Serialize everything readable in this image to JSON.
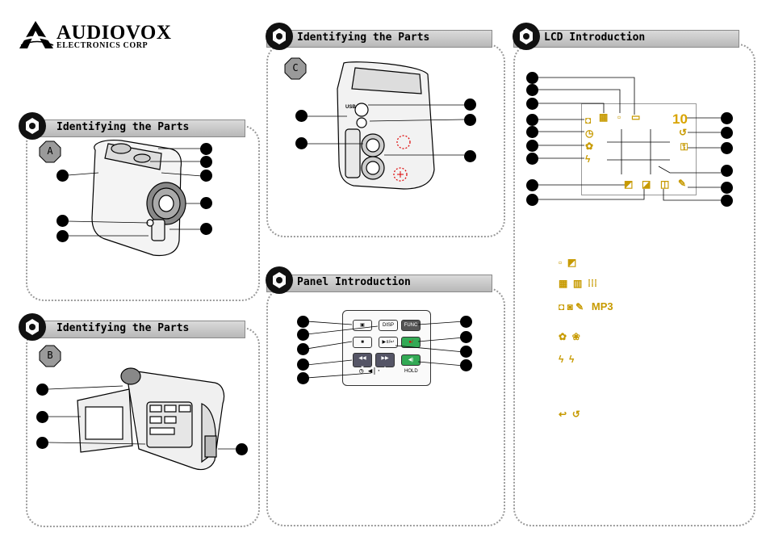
{
  "logo": {
    "brand": "AUDIOVOX",
    "sub": "ELECTRONICS CORP"
  },
  "sections": {
    "a": {
      "title": "Identifying the Parts",
      "badge": "A"
    },
    "b": {
      "title": "Identifying the Parts",
      "badge": "B"
    },
    "c": {
      "title": "Identifying the Parts",
      "badge": "C"
    },
    "panel": {
      "title": "Panel Introduction"
    },
    "lcd": {
      "title": "LCD Introduction"
    }
  },
  "labels": {
    "usb": "USB",
    "lcd_count": "10",
    "hold": "HOLD",
    "disp": "DISP",
    "func": "FUNC",
    "mp3": "MP3"
  },
  "colors": {
    "icon_yellow": "#c79a00",
    "panel_border": "#9a9a9a",
    "header_bg": "#c8c8c8",
    "marker": "#000000"
  }
}
